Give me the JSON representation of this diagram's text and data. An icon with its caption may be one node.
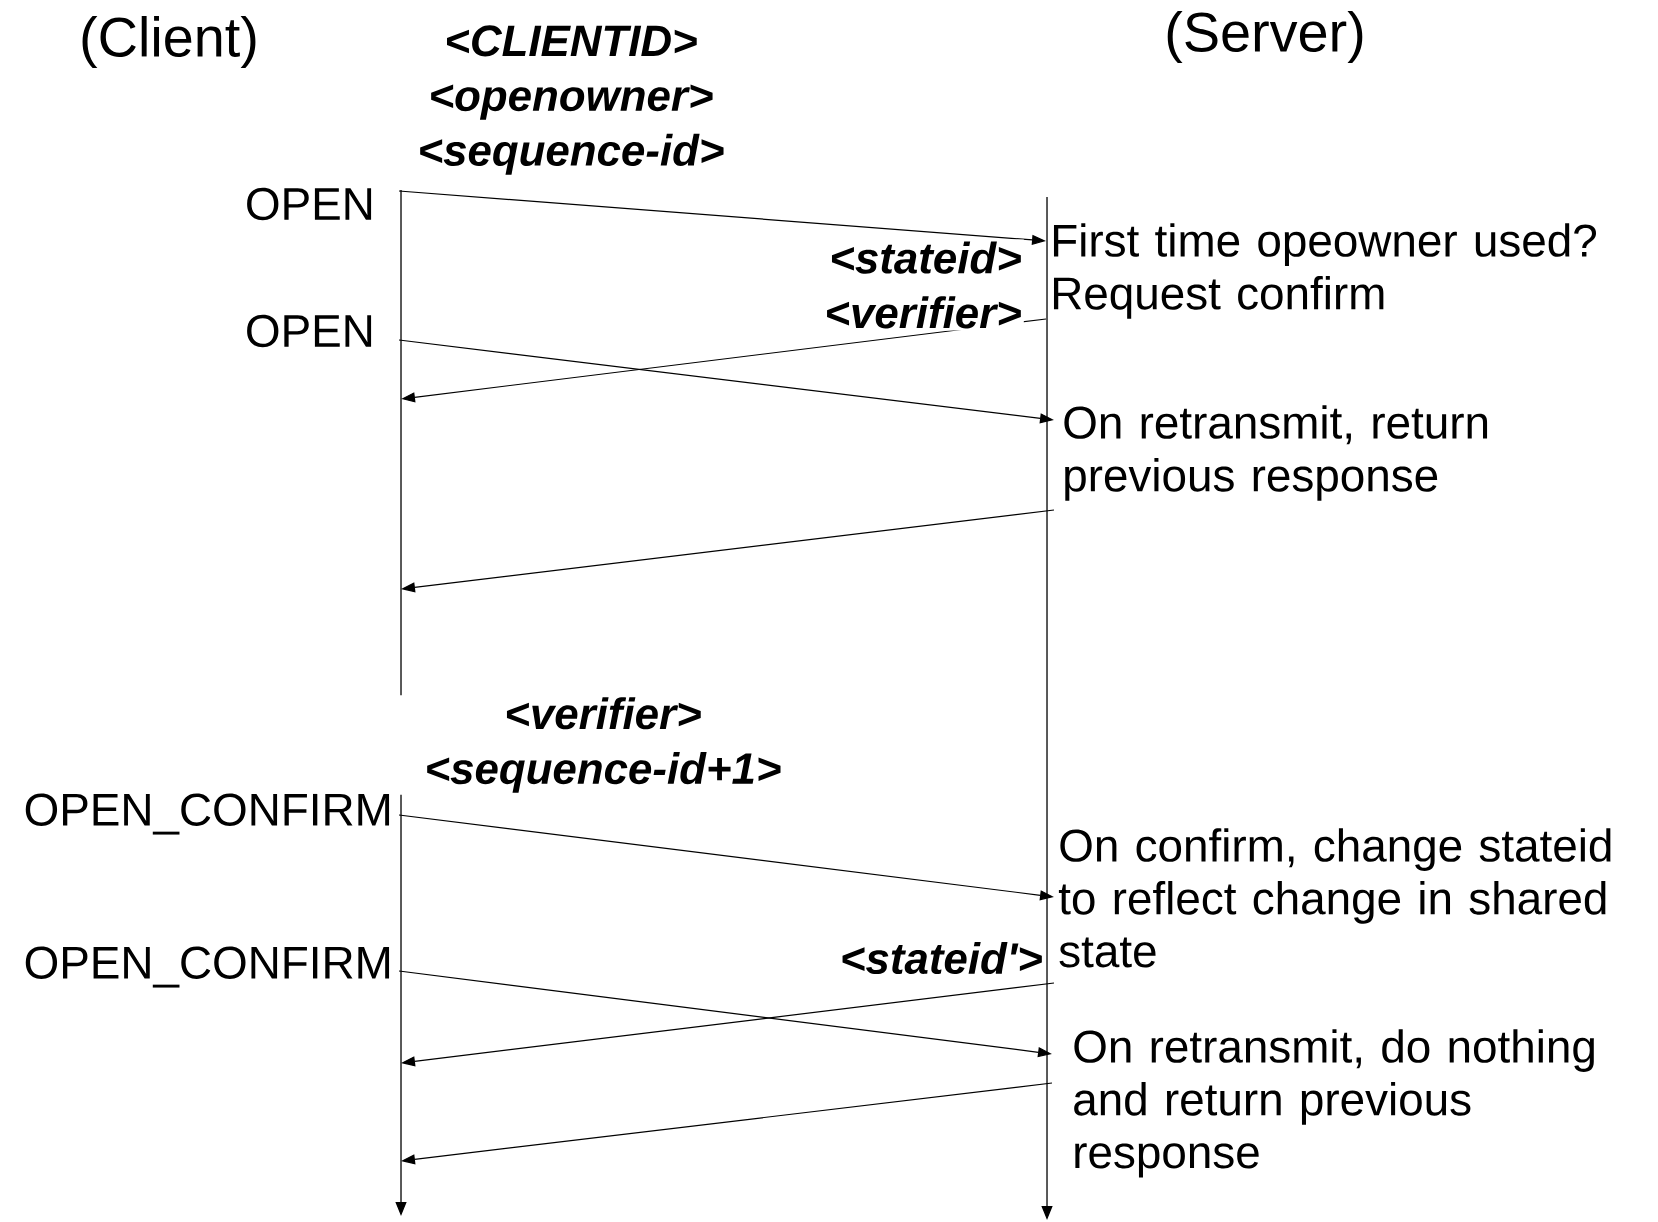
{
  "diagram": {
    "nodes": [
      {
        "text": [
          "OPEN"
        ]
      },
      {
        "text": [
          "First time opeowner used? Request confirm"
        ]
      },
      {
        "text": [
          "OPEN"
        ]
      },
      {
        "text": [
          "On retransmit, return previous response"
        ]
      },
      {
        "text": [
          "OPEN_CONFIRM"
        ]
      },
      {
        "text": [
          "On confirm, change stateid to reflect change in shared state"
        ]
      },
      {
        "text": [
          "OPEN_CONFIRM"
        ]
      },
      {
        "text": [
          "On retransmit, do nothing and return previous response"
        ]
      }
    ],
    "edges": [
      {
        "from": 0,
        "to": 1,
        "arrow": "to",
        "label": "<CLIENTID> <openowner> <sequence-id>"
      },
      {
        "from": 1,
        "to": null,
        "arrow": "to",
        "label": "<stateid> <verifier>"
      },
      {
        "from": 2,
        "to": 3,
        "arrow": "to"
      },
      {
        "from": 3,
        "to": null,
        "arrow": "to"
      },
      {
        "from": 4,
        "to": 5,
        "arrow": "to",
        "label": "<verifier> <sequence-id+1>"
      },
      {
        "from": 5,
        "to": null,
        "arrow": "to",
        "label": "<stateid'>"
      },
      {
        "from": 6,
        "to": 7,
        "arrow": "to"
      },
      {
        "from": 7,
        "to": null,
        "arrow": "to"
      }
    ],
    "labels": [
      "(Client)",
      "(Server)"
    ]
  }
}
